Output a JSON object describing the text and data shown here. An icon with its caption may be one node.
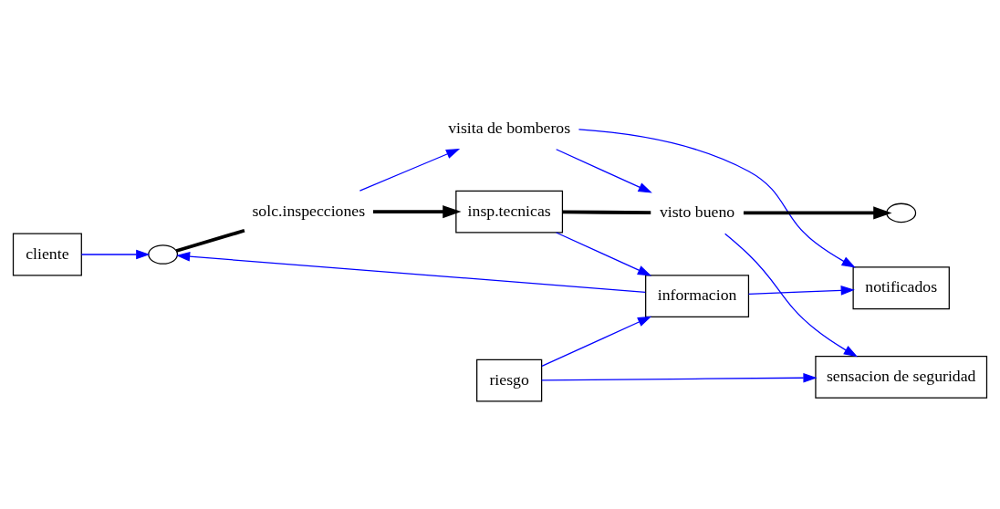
{
  "diagram": {
    "nodes": [
      {
        "text": [
          "cliente"
        ]
      },
      {
        "text": [
          "informacion"
        ]
      },
      {
        "text": [
          "visita de bomberos"
        ]
      },
      {
        "text": [],
        "shape": "cloud"
      },
      {
        "text": [
          "solc.inspecciones"
        ]
      },
      {
        "text": [
          "insp.tecnicas"
        ]
      },
      {
        "text": [
          "visto bueno"
        ]
      },
      {
        "text": [],
        "shape": "cloud"
      },
      {
        "text": [
          "sensacion de seguridad"
        ]
      },
      {
        "text": [
          "riesgo"
        ]
      },
      {
        "text": [
          "notificados"
        ]
      }
    ],
    "edges": [
      {
        "from": 3,
        "to": 4,
        "arrow": "none",
        "style": "thick",
        "color": "#000000"
      },
      {
        "from": 4,
        "to": 5,
        "arrow": "to",
        "style": "thick",
        "color": "#000000"
      },
      {
        "from": 5,
        "to": 6,
        "arrow": "none",
        "style": "thick",
        "color": "#000000"
      },
      {
        "from": 6,
        "to": 7,
        "arrow": "to",
        "style": "thick",
        "color": "#000000"
      },
      {
        "from": 0,
        "to": 3,
        "arrow": "to"
      },
      {
        "from": 1,
        "to": 3,
        "arrow": "to"
      },
      {
        "from": 5,
        "to": 1,
        "arrow": "to"
      },
      {
        "from": 9,
        "to": 1,
        "arrow": "to"
      },
      {
        "from": 1,
        "to": 10,
        "arrow": "to"
      },
      {
        "from": 4,
        "to": 2,
        "arrow": "to"
      },
      {
        "from": 2,
        "to": 6,
        "arrow": "to"
      },
      {
        "from": 2,
        "to": 10,
        "arrow": "to"
      },
      {
        "from": 6,
        "to": 8,
        "arrow": "to"
      },
      {
        "from": 9,
        "to": 8,
        "arrow": "to"
      }
    ]
  }
}
